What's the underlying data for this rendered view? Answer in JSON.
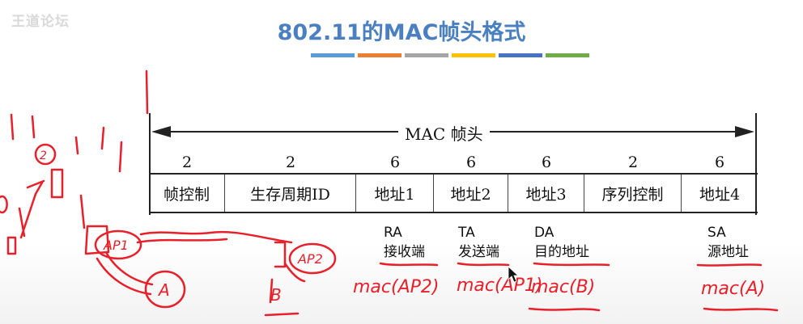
{
  "watermark": "王道论坛",
  "title": "802.11的MAC帧头格式",
  "colorbar": [
    "#5b9bd5",
    "#ed7d31",
    "#a5a5a5",
    "#ffc000",
    "#4472c4",
    "#70ad47"
  ],
  "header_label": "MAC 帧头",
  "fields": [
    {
      "size": "2",
      "name": "帧控制"
    },
    {
      "size": "2",
      "name": "生存周期ID"
    },
    {
      "size": "6",
      "name": "地址1"
    },
    {
      "size": "6",
      "name": "地址2"
    },
    {
      "size": "6",
      "name": "地址3"
    },
    {
      "size": "2",
      "name": "序列控制"
    },
    {
      "size": "6",
      "name": "地址4"
    }
  ],
  "address_notes": [
    {
      "abbr": "RA",
      "desc": "接收端"
    },
    {
      "abbr": "TA",
      "desc": "发送端"
    },
    {
      "abbr": "DA",
      "desc": "目的地址"
    },
    {
      "abbr": "SA",
      "desc": "源地址"
    }
  ],
  "handwriting": {
    "ap1": "AP1",
    "ap2": "AP2",
    "a": "A",
    "b": "B",
    "circle2": "2",
    "mac_ap2": "mac(AP2)",
    "mac_ap1": "mac(AP1)",
    "mac_b": "mac(B)",
    "mac_a": "mac(A)"
  },
  "accent_colors": {
    "title": "#4a7fc1",
    "ink": "#e8202a"
  }
}
